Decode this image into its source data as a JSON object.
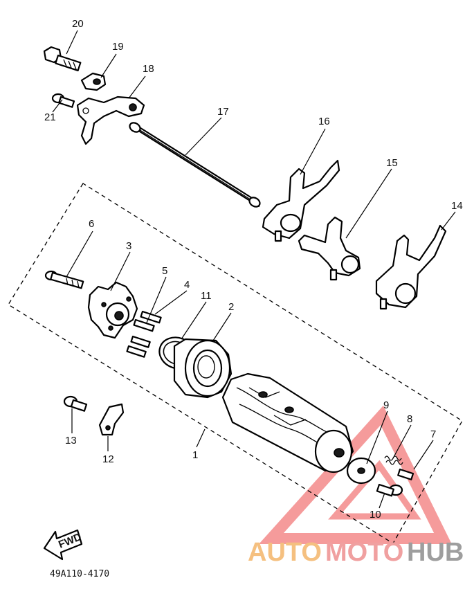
{
  "diagram": {
    "part_code": "49A110-4170",
    "fwd_label": "FWD",
    "callouts": [
      "1",
      "2",
      "3",
      "4",
      "5",
      "6",
      "7",
      "8",
      "9",
      "10",
      "11",
      "12",
      "13",
      "14",
      "15",
      "16",
      "17",
      "18",
      "19",
      "20",
      "21"
    ]
  },
  "watermark": {
    "text_a": "AUTO",
    "text_b": "MOTO",
    "text_c": "HUB",
    "colors": {
      "auto": "#f5c080",
      "moto": "#f0a0a0",
      "hub": "#9e9e9e",
      "triangle": "#f27a7a"
    }
  }
}
